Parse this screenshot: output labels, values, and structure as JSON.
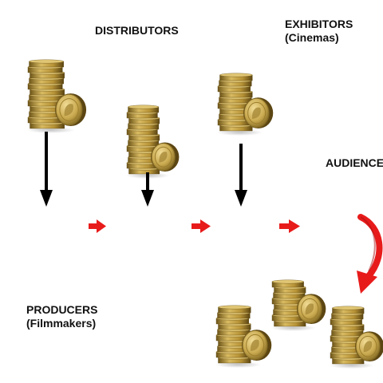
{
  "labels": {
    "distributors": "DISTRIBUTORS",
    "exhibitors": "EXHIBITORS",
    "exhibitors_sub": "(Cinemas)",
    "audience": "AUDIENCE",
    "producers": "PRODUCERS",
    "producers_sub": "(Filmmakers)"
  },
  "colors": {
    "flow_arrow": "#e81b1b",
    "down_arrow": "#000000",
    "coin_gold": "#c9a94f",
    "coin_shadow": "#7d6420"
  }
}
